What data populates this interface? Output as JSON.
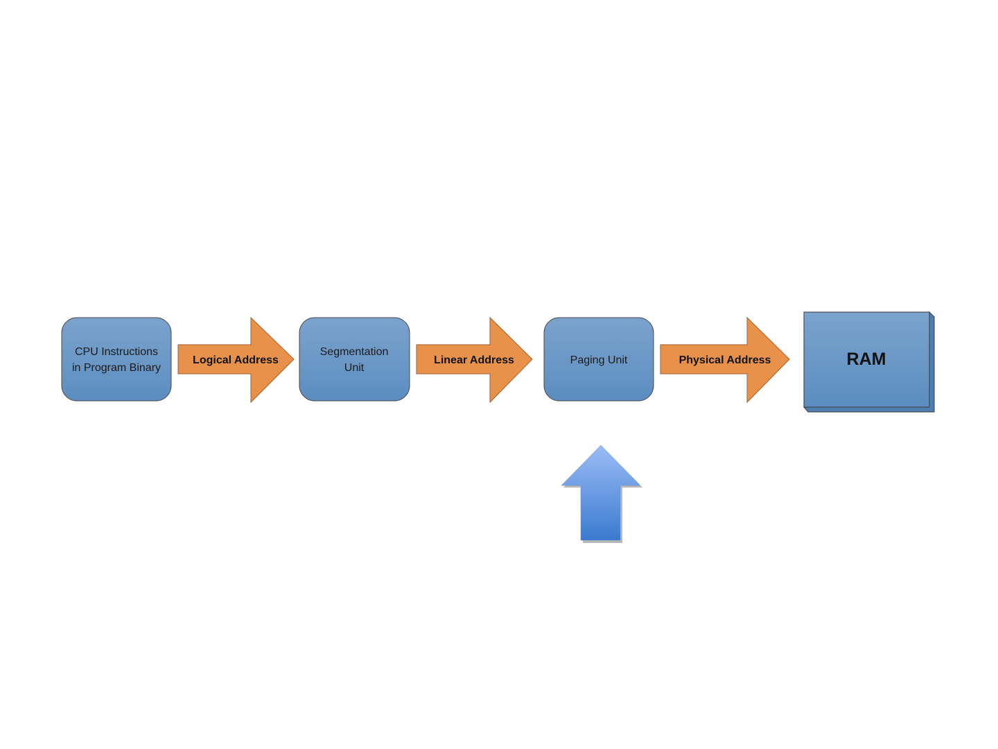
{
  "colors": {
    "box_fill_top": "#7ba3cd",
    "box_fill_bottom": "#5b8dc0",
    "box_stroke": "#4a4a4a",
    "arrow_fill": "#e8914a",
    "arrow_stroke": "#a06030",
    "up_arrow_top": "#9bbcf5",
    "up_arrow_bottom": "#3a7ad0"
  },
  "boxes": {
    "cpu": {
      "line1": "CPU Instructions",
      "line2": "in Program Binary"
    },
    "segmentation": {
      "line1": "Segmentation",
      "line2": "Unit"
    },
    "paging": {
      "label": "Paging Unit"
    },
    "ram": {
      "label": "RAM"
    }
  },
  "arrows": {
    "logical": {
      "label": "Logical Address"
    },
    "linear": {
      "label": "Linear Address"
    },
    "physical": {
      "label": "Physical Address"
    }
  },
  "icons": {
    "up_arrow": "up-arrow-icon"
  }
}
